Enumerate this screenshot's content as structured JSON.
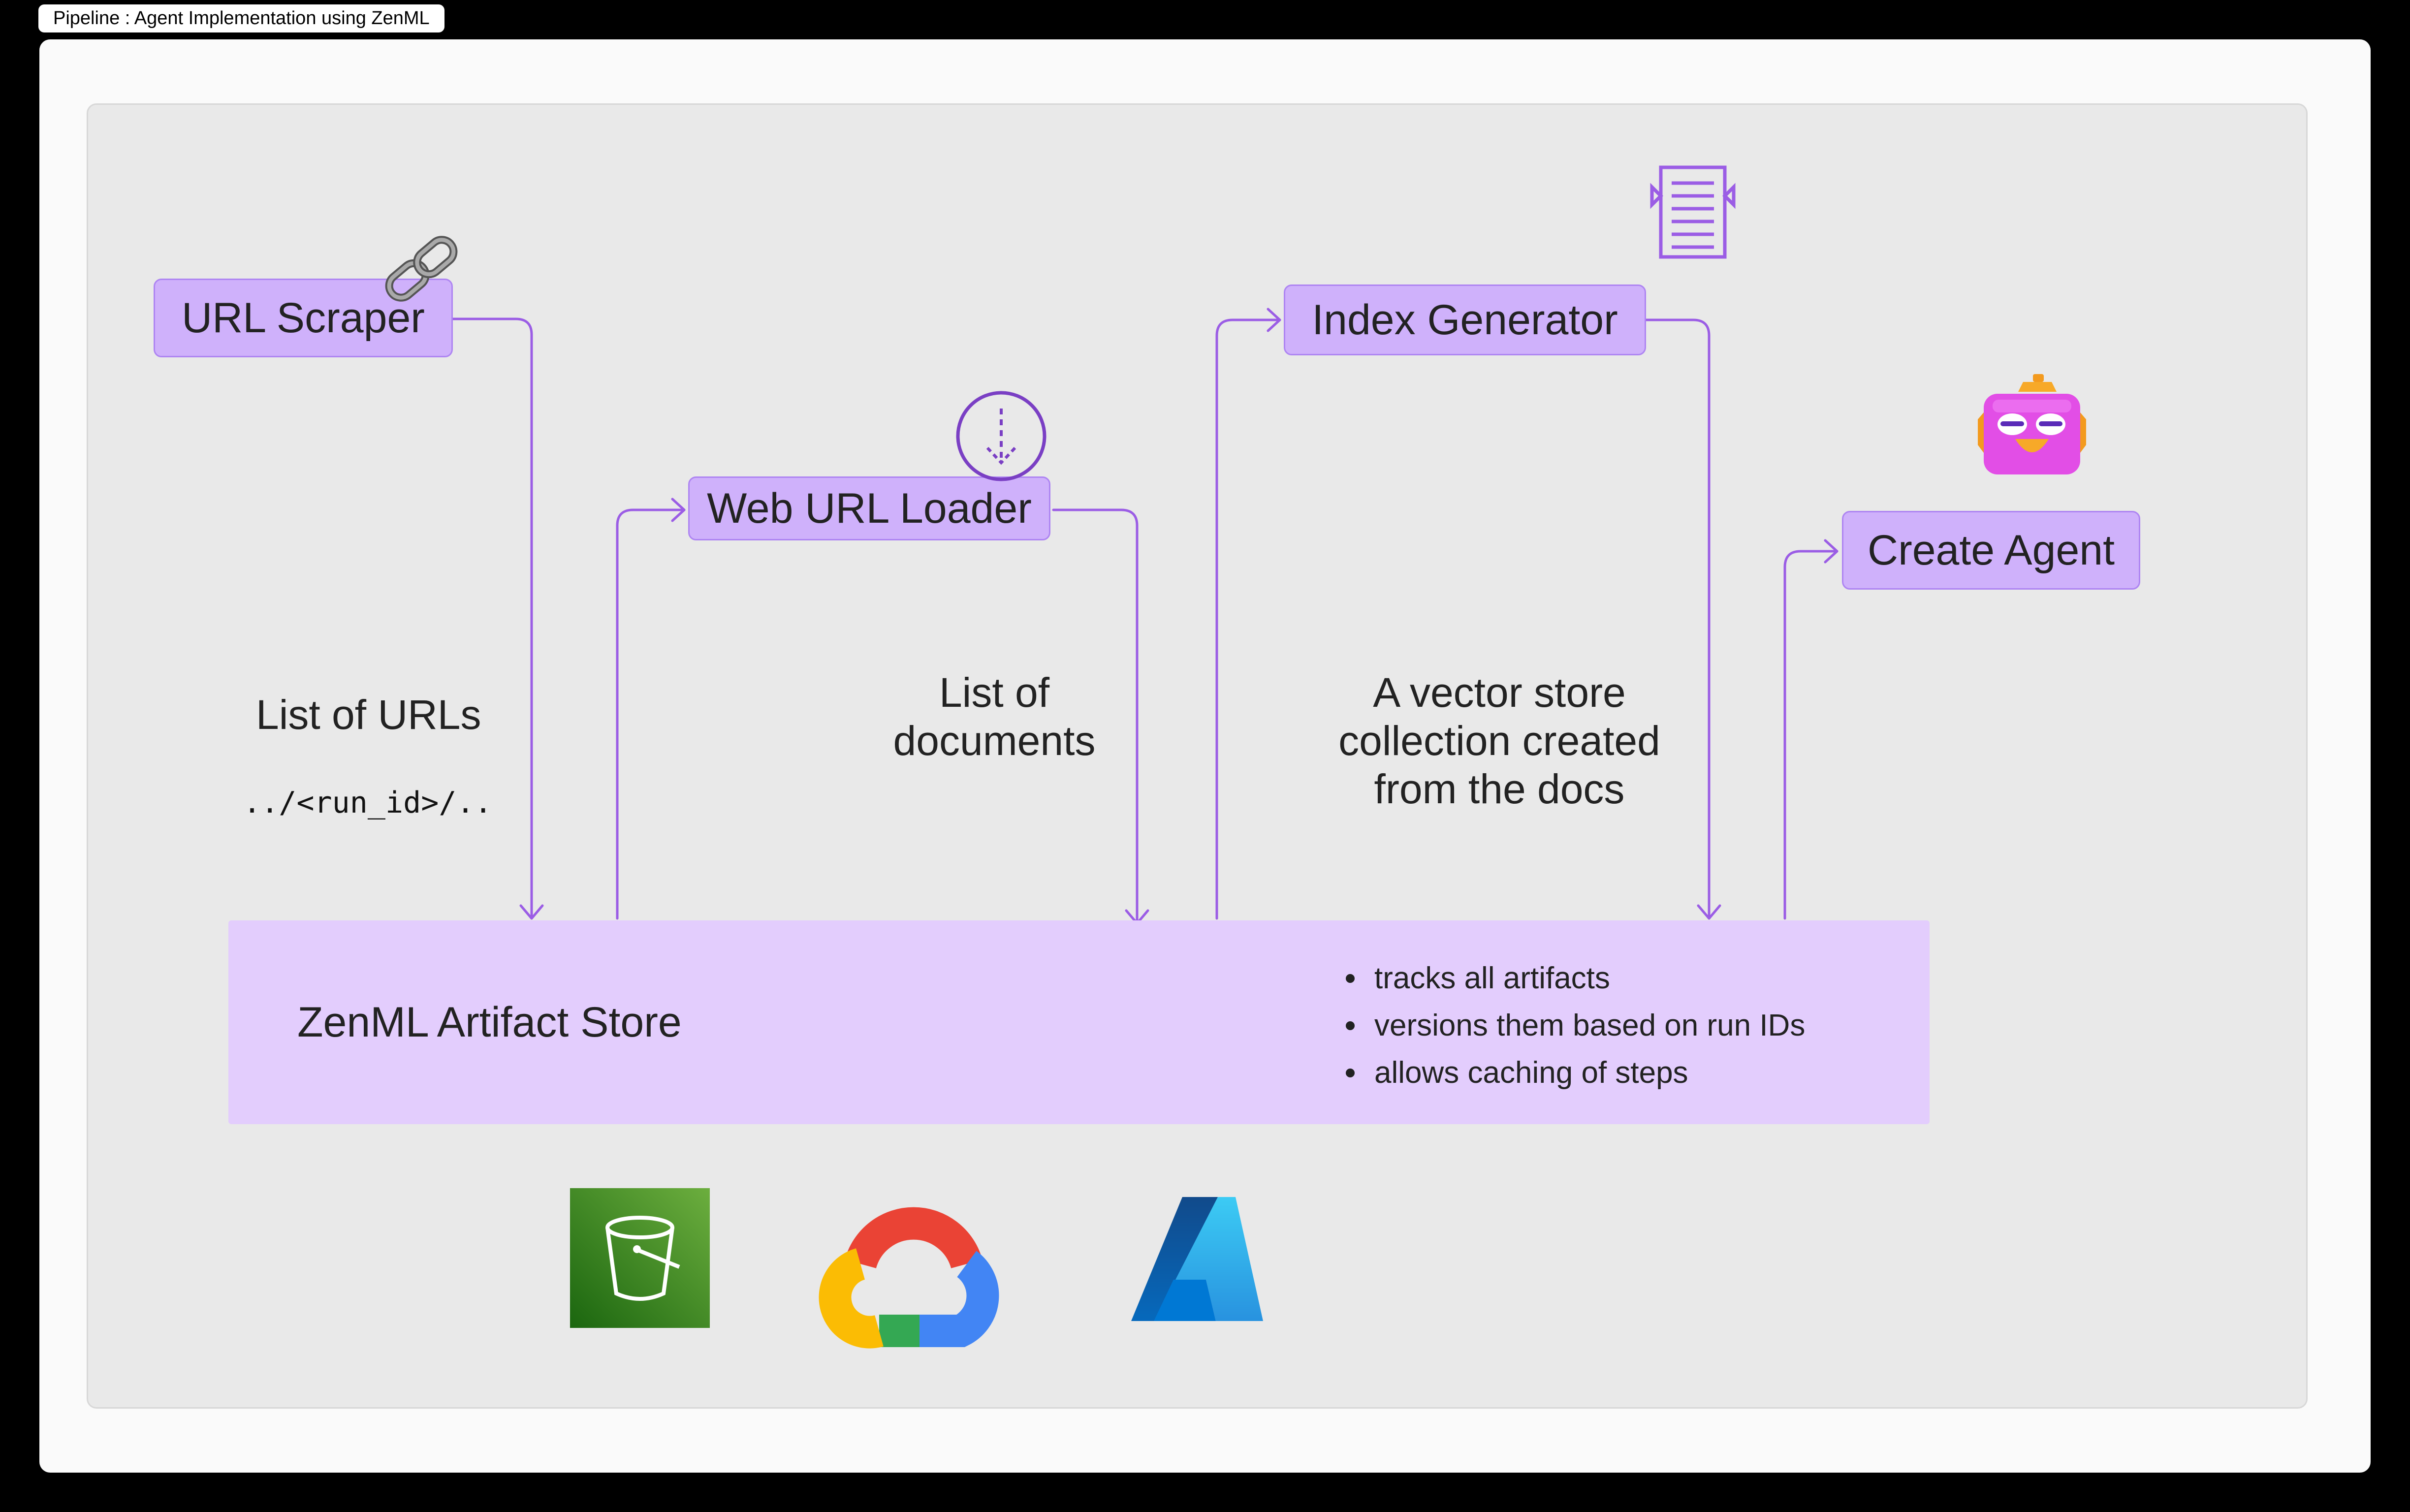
{
  "title": "Pipeline : Agent Implementation using ZenML",
  "steps": {
    "url_scraper": "URL Scraper",
    "web_url_loader": "Web URL Loader",
    "index_generator": "Index Generator",
    "create_agent": "Create Agent"
  },
  "edge_labels": {
    "urls": "List of URLs",
    "run_path": "../<run_id>/..",
    "documents_line1": "List of",
    "documents_line2": "documents",
    "vector_line1": "A vector store",
    "vector_line2": "collection created",
    "vector_line3": "from the docs"
  },
  "artifact_store": {
    "title": "ZenML Artifact Store",
    "features": [
      "tracks all artifacts",
      "versions them based on run IDs",
      "allows caching of steps"
    ]
  },
  "icons": {
    "url_scraper": "link-icon",
    "web_url_loader": "download-circle-icon",
    "index_generator": "document-index-icon",
    "create_agent": "robot-face-icon",
    "storage": [
      "aws-s3-bucket-icon",
      "google-cloud-icon",
      "azure-icon"
    ]
  },
  "colors": {
    "node_fill": "#cfb1fb",
    "node_border": "#ae85f2",
    "store_fill": "#e3cdfd",
    "arrow": "#9b5de5"
  }
}
